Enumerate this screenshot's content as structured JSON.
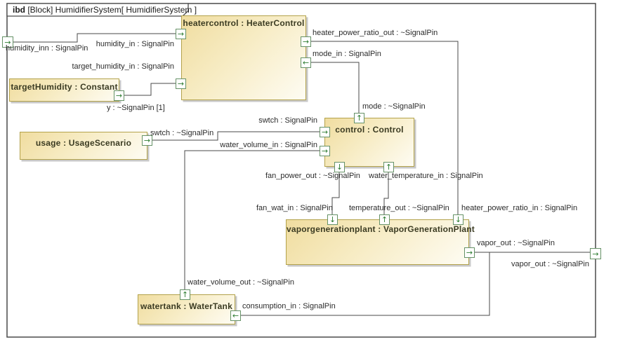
{
  "diagram_title": {
    "keyword": "ibd",
    "rest": " [Block] HumidifierSystem[ HumidifierSystem ]"
  },
  "blocks": {
    "heatercontrol": "heatercontrol : HeaterControl",
    "targetHumidity": "targetHumidity : Constant",
    "usage": "usage : UsageScenario",
    "control": "control : Control",
    "vaporgenerationplant": "vaporgenerationplant : VaporGenerationPlant",
    "watertank": "watertank : WaterTank"
  },
  "pin_labels": {
    "humidity_inn": "humidity_inn : SignalPin",
    "humidity_in": "humidity_in : SignalPin",
    "target_humidity_in": "target_humidity_in : SignalPin",
    "y": "y : ~SignalPin [1]",
    "heater_power_ratio_out": "heater_power_ratio_out : ~SignalPin",
    "mode_in": "mode_in : SignalPin",
    "mode": "mode : ~SignalPin",
    "swtch_usage": "swtch : ~SignalPin",
    "swtch": "swtch : SignalPin",
    "water_volume_in": "water_volume_in : SignalPin",
    "fan_power_out": "fan_power_out : ~SignalPin",
    "water_temperature_in": "water_temperature_in : SignalPin",
    "fan_wat_in": "fan_wat_in : SignalPin",
    "temperature_out": "temperature_out : ~SignalPin",
    "heater_power_ratio_in": "heater_power_ratio_in : SignalPin",
    "vapor_out_plant": "vapor_out : ~SignalPin",
    "vapor_out_boundary": "vapor_out : ~SignalPin",
    "water_volume_out": "water_volume_out : ~SignalPin",
    "consumption_in": "consumption_in : SignalPin"
  },
  "icons": {
    "arrow_right": "→",
    "arrow_left": "←",
    "arrow_up": "↑",
    "arrow_down": "↓"
  },
  "colors": {
    "block_border": "#b3a24b",
    "block_fill_start": "#f0dda0",
    "block_fill_end": "#fefcf3",
    "pin_border": "#669267",
    "pin_arrow": "#2e7d32",
    "line": "#4a4a4a",
    "label_text": "#2b2b2b"
  }
}
